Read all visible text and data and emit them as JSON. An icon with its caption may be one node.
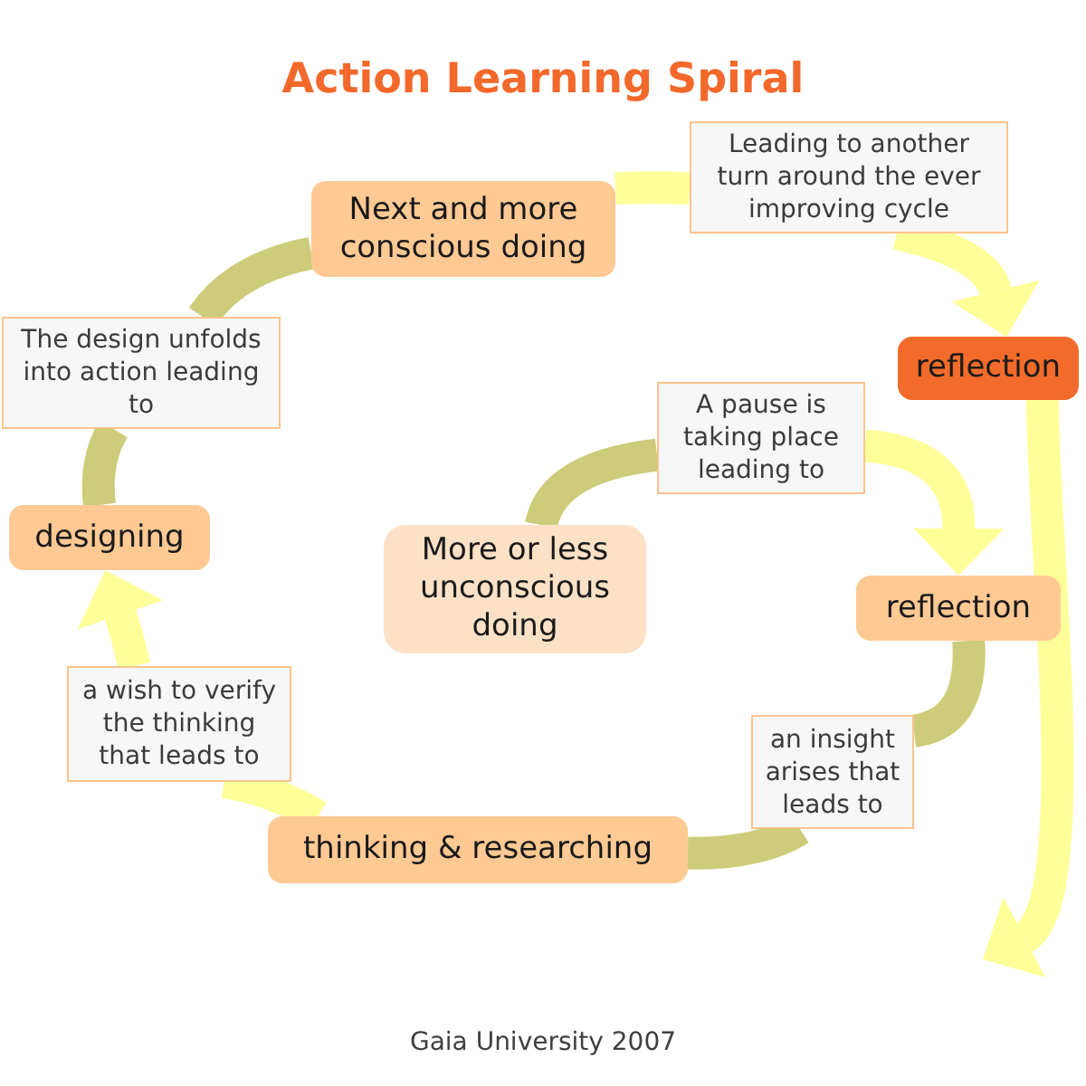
{
  "diagram": {
    "title": "Action Learning Spiral",
    "caption": "Gaia University 2007",
    "nodes": [
      {
        "text": [
          "Next and more conscious doing"
        ]
      },
      {
        "text": [
          "Leading to another turn around the ever improving cycle"
        ]
      },
      {
        "text": [
          "reflection"
        ]
      },
      {
        "text": [
          "The design unfolds into action leading to"
        ]
      },
      {
        "text": [
          "A pause is taking place leading to"
        ]
      },
      {
        "text": [
          "designing"
        ]
      },
      {
        "text": [
          "More or less unconscious doing"
        ]
      },
      {
        "text": [
          "reflection"
        ]
      },
      {
        "text": [
          "a wish to verify the thinking that leads to"
        ]
      },
      {
        "text": [
          "an insight arises that leads to"
        ]
      },
      {
        "text": [
          "thinking & researching"
        ]
      }
    ],
    "edges": [
      {
        "from": 6,
        "to": 4,
        "arrow": "none",
        "color": "#cccc7a"
      },
      {
        "from": 4,
        "to": 7,
        "arrow": "to"
      },
      {
        "from": 7,
        "to": 9,
        "arrow": "none",
        "color": "#cccc7a"
      },
      {
        "from": 9,
        "to": 10,
        "arrow": "none",
        "color": "#cccc7a"
      },
      {
        "from": 10,
        "to": 8,
        "arrow": "none"
      },
      {
        "from": 8,
        "to": 5,
        "arrow": "to"
      },
      {
        "from": 5,
        "to": 3,
        "arrow": "none",
        "color": "#cccc7a"
      },
      {
        "from": 3,
        "to": 0,
        "arrow": "none",
        "color": "#cccc7a"
      },
      {
        "from": 0,
        "to": 1,
        "arrow": "none"
      },
      {
        "from": 1,
        "to": 2,
        "arrow": "to"
      },
      {
        "from": 2,
        "to": null,
        "arrow": "to"
      }
    ]
  }
}
